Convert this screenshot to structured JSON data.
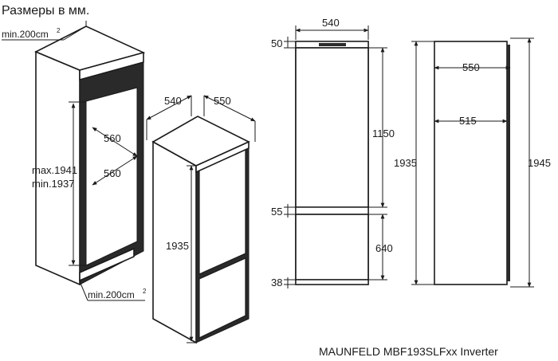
{
  "header": {
    "title": "Размеры в мм."
  },
  "niche": {
    "top_vent": "min.200cm",
    "top_vent_sup": "2",
    "bottom_vent": "min.200cm",
    "bottom_vent_sup": "2",
    "depth_upper": "560",
    "depth_lower": "560",
    "height_max": "max.1941",
    "height_min": "min.1937"
  },
  "appliance_iso": {
    "width": "540",
    "depth": "550",
    "height": "1935"
  },
  "front_view": {
    "width": "540",
    "top_gap": "50",
    "upper_door": "1150",
    "middle_gap": "55",
    "lower_door": "640",
    "bottom_gap": "38"
  },
  "side_view": {
    "total_height": "1935",
    "depth_outer": "550",
    "depth_inner": "515",
    "height_with_door": "1945"
  },
  "footer": {
    "model": "MAUNFELD MBF193SLFxx Inverter"
  }
}
